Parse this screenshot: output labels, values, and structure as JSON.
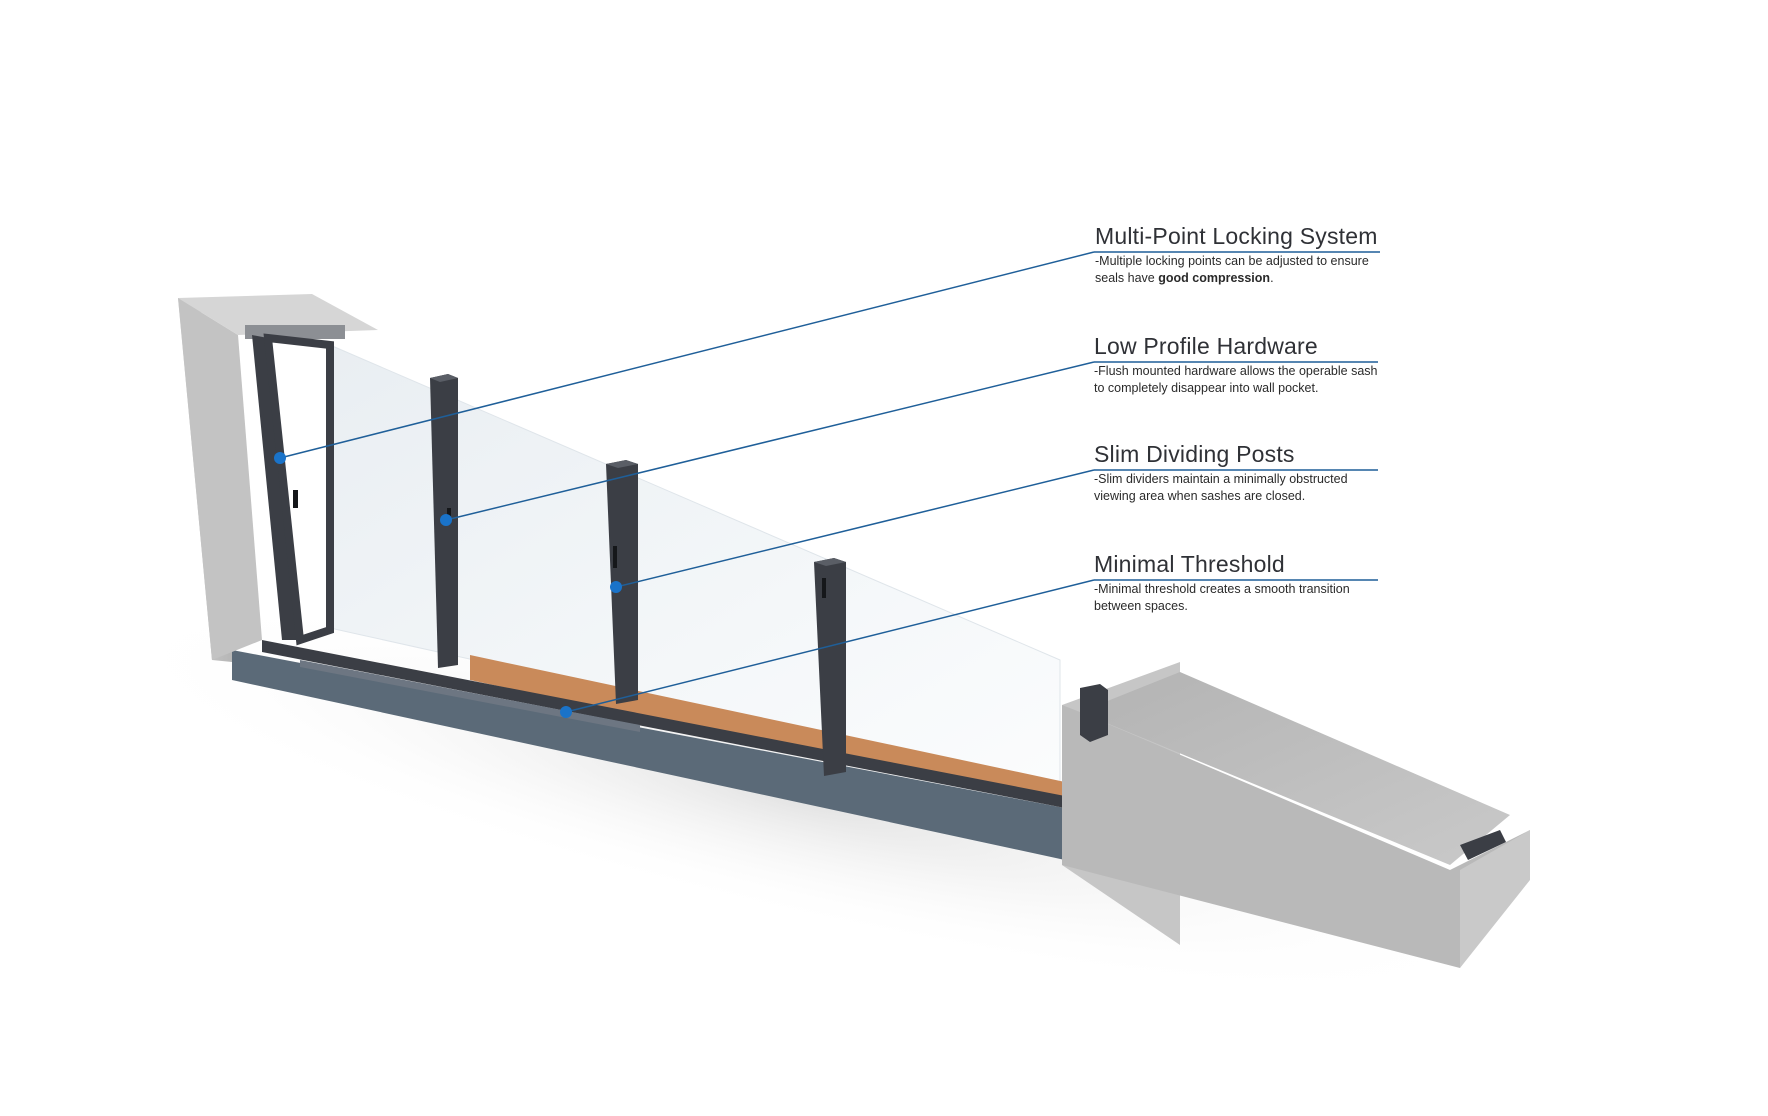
{
  "callouts": [
    {
      "title": "Multi-Point Locking System",
      "desc_before": "-Multiple locking points can be adjusted to ensure seals have ",
      "desc_bold": "good compression",
      "desc_after": "."
    },
    {
      "title": "Low Profile Hardware",
      "desc_before": "-Flush mounted hardware allows the operable sash to completely disappear into wall pocket.",
      "desc_bold": "",
      "desc_after": ""
    },
    {
      "title": "Slim Dividing Posts",
      "desc_before": "-Slim dividers maintain a minimally obstructed viewing area when sashes are closed.",
      "desc_bold": "",
      "desc_after": ""
    },
    {
      "title": "Minimal Threshold",
      "desc_before": "-Minimal threshold creates a smooth transition between spaces.",
      "desc_bold": "",
      "desc_after": ""
    }
  ],
  "colors": {
    "leader_line": "#1f5f99",
    "marker_dot": "#1a73c9",
    "frame_dark": "#3b3e45",
    "wall_grey": "#bdbdbd",
    "wood_floor": "#c98a5a",
    "threshold_blue": "#5b6a78"
  }
}
